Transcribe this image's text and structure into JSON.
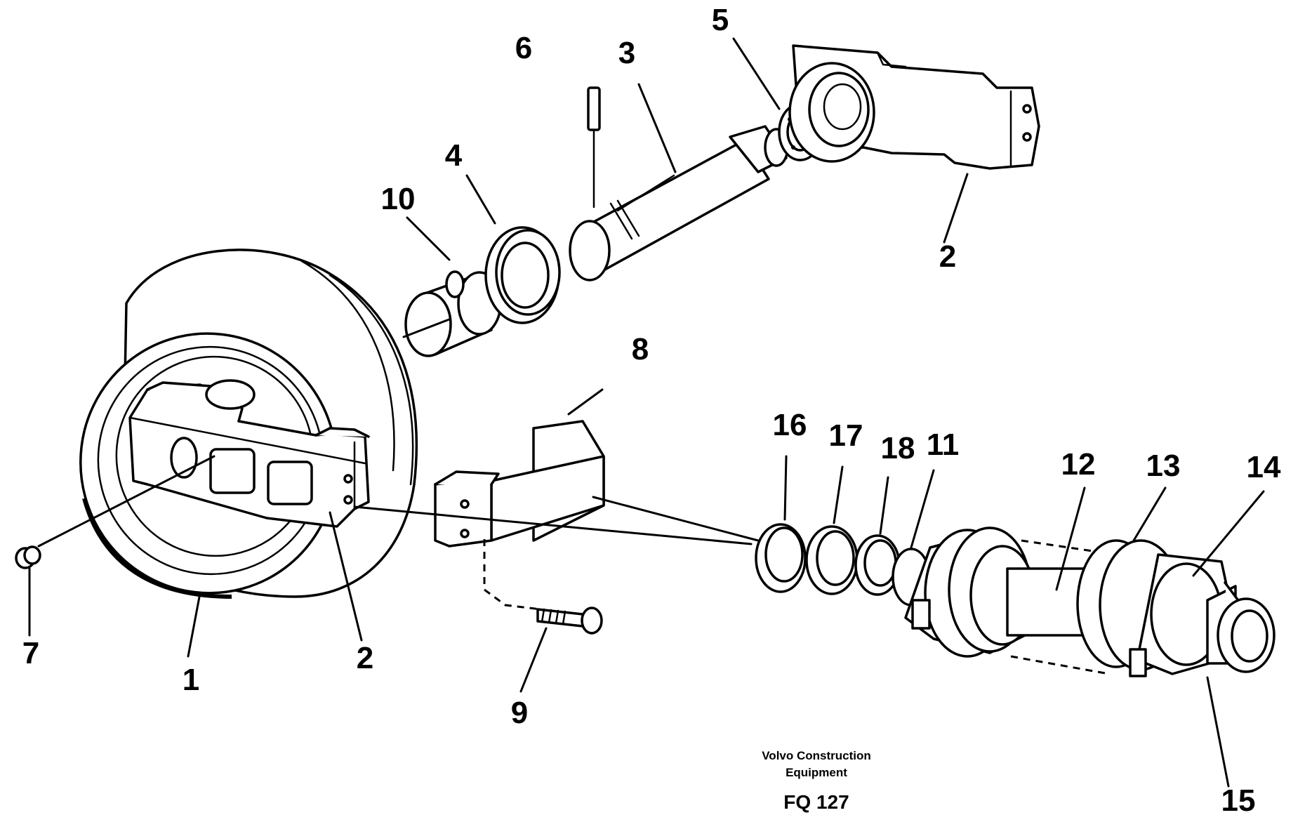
{
  "diagram": {
    "labels": {
      "l1": "1",
      "l2a": "2",
      "l2b": "2",
      "l3": "3",
      "l4": "4",
      "l5": "5",
      "l6": "6",
      "l7": "7",
      "l8": "8",
      "l9": "9",
      "l10": "10",
      "l11": "11",
      "l12": "12",
      "l13": "13",
      "l14": "14",
      "l15": "15",
      "l16": "16",
      "l17": "17",
      "l18": "18"
    },
    "caption_line1": "Volvo Construction",
    "caption_line2": "Equipment",
    "figure_code": "FQ 127"
  },
  "colors": {
    "ink": "#000000",
    "paper": "#ffffff"
  }
}
